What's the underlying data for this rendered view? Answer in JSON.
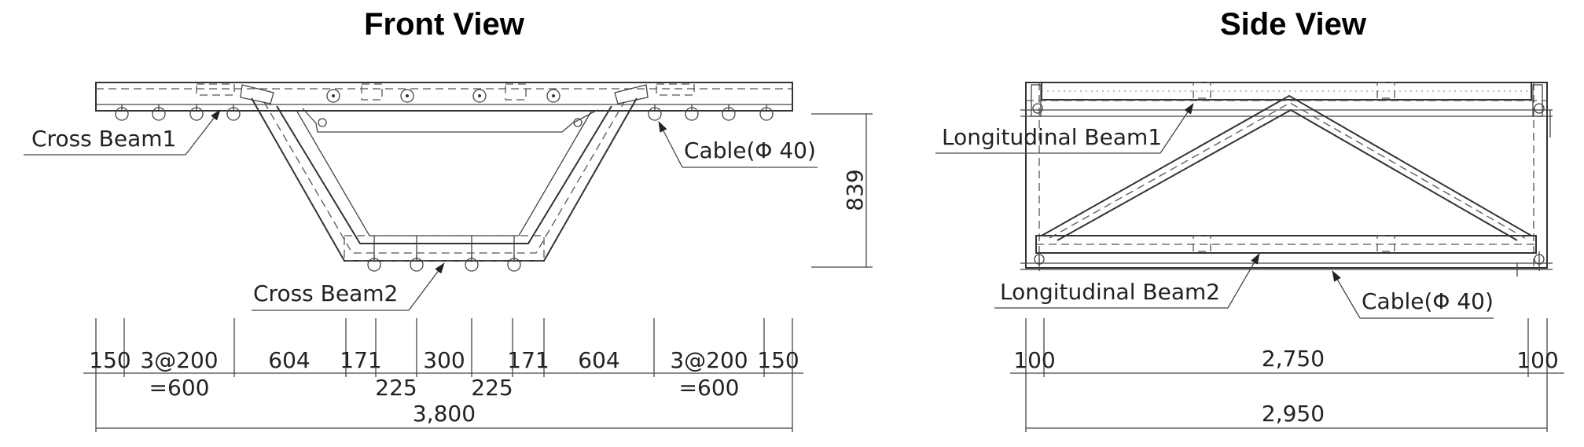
{
  "titles": {
    "front": "Front View",
    "side": "Side View"
  },
  "front_labels": {
    "cross_beam1": "Cross Beam1",
    "cross_beam2": "Cross Beam2",
    "cable": "Cable(Φ 40)",
    "height": "839"
  },
  "front_dims": {
    "d150_left": "150",
    "d3at200_left": "3@200",
    "d600_left": "=600",
    "d604_left": "604",
    "d171_left": "171",
    "d300": "300",
    "d225_left": "225",
    "d225_right": "225",
    "d171_right": "171",
    "d604_right": "604",
    "d3at200_right": "3@200",
    "d600_right": "=600",
    "d150_right": "150",
    "total": "3,800"
  },
  "side_labels": {
    "long_beam1": "Longitudinal Beam1",
    "long_beam2": "Longitudinal Beam2",
    "cable": "Cable(Φ 40)"
  },
  "side_dims": {
    "d100_left": "100",
    "d2750": "2,750",
    "d100_right": "100",
    "total": "2,950"
  }
}
